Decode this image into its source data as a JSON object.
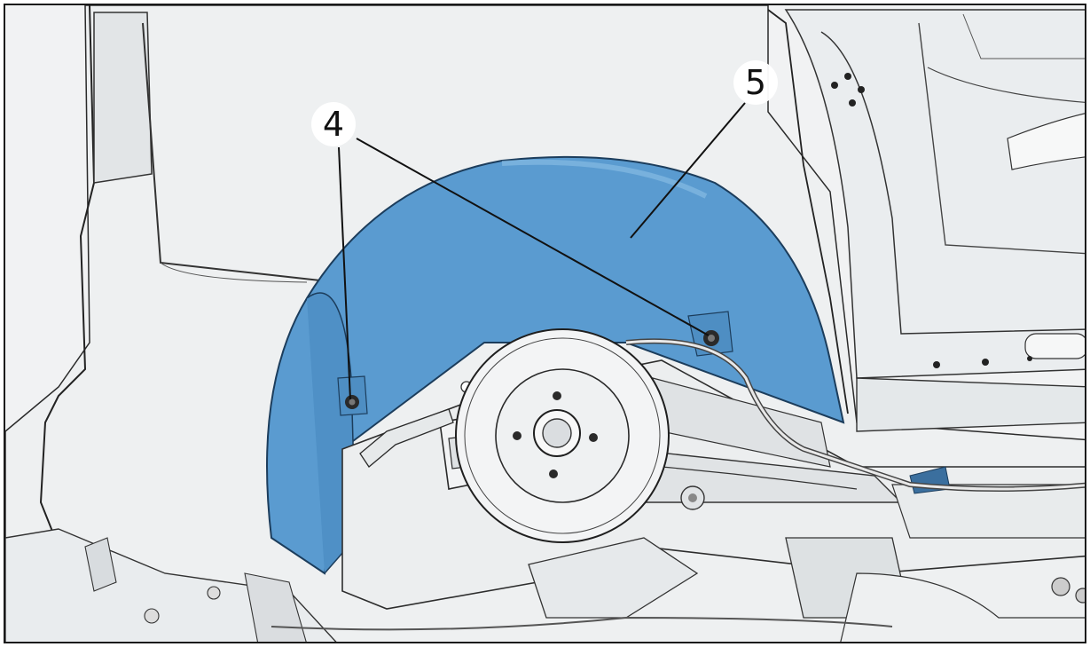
{
  "callouts": {
    "c4": "4",
    "c5": "5"
  },
  "colors": {
    "wheel_arch_liner": "#5a9bd0",
    "body_panel": "#f2f3f3",
    "outline": "#1e1e1e"
  },
  "parts": {
    "liner": "wheel-arch-liner",
    "fastener": "screw-icon",
    "brake": "brake-disc"
  }
}
